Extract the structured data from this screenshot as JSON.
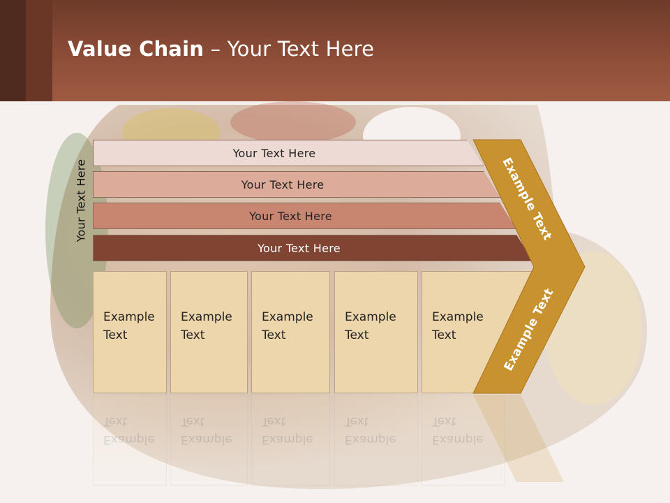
{
  "slide": {
    "title_bold": "Value Chain",
    "title_rest": " – Your Text Here"
  },
  "diagram": {
    "side_label": "Your Text Here",
    "bars": [
      {
        "label": "Your Text Here",
        "fill": "#eedad4",
        "text_color": "#222222"
      },
      {
        "label": "Your Text Here",
        "fill": "#dcab99",
        "text_color": "#222222"
      },
      {
        "label": "Your Text Here",
        "fill": "#c88570",
        "text_color": "#222222"
      },
      {
        "label": "Your Text Here",
        "fill": "#7f4532",
        "text_color": "#ffffff"
      }
    ],
    "columns": [
      {
        "label": "Example Text"
      },
      {
        "label": "Example Text"
      },
      {
        "label": "Example Text"
      },
      {
        "label": "Example Text"
      },
      {
        "label": "Example Text"
      }
    ],
    "arrow": {
      "top_label": "Example Text",
      "bottom_label": "Example Text",
      "fill": "#c8922e"
    }
  }
}
